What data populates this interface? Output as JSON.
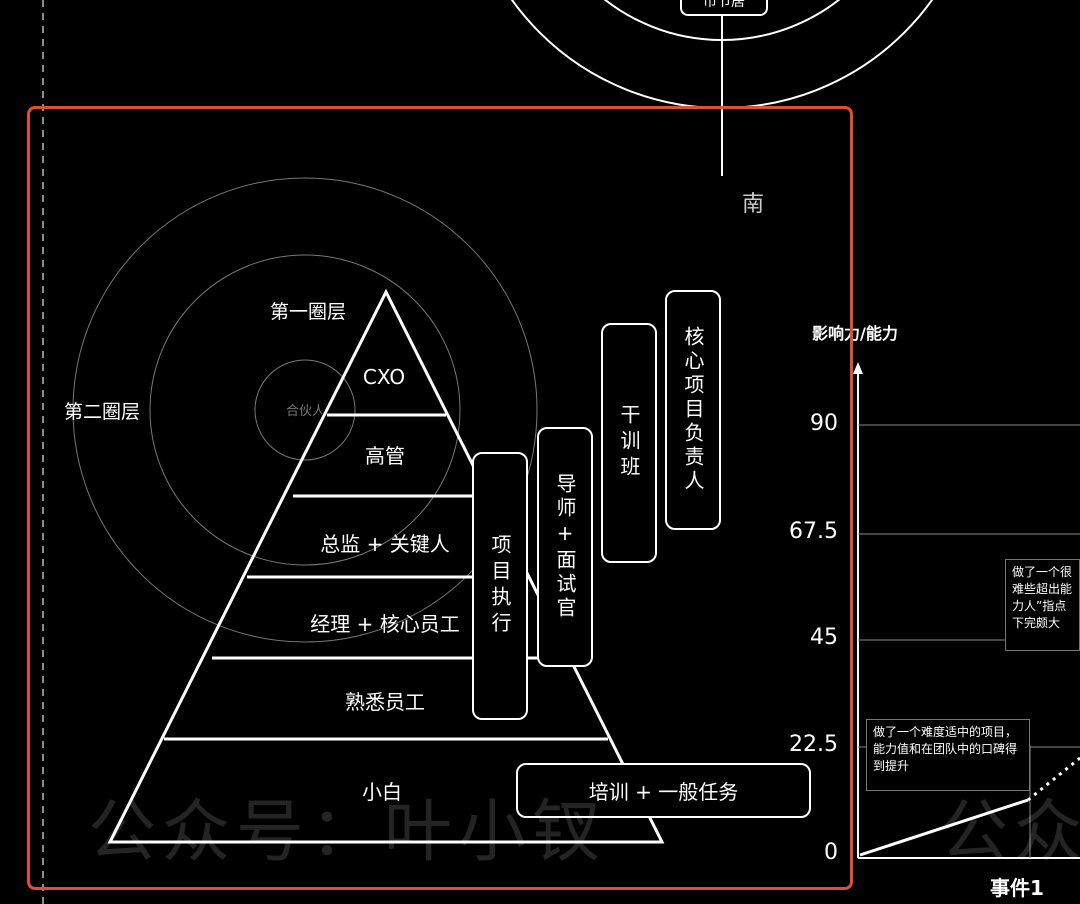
{
  "compass": {
    "top_label": "市节居",
    "direction": "南"
  },
  "pyramid": {
    "circle_labels": {
      "inner": "合伙人",
      "first": "第一圈层",
      "second": "第二圈层"
    },
    "tiers": [
      "CXO",
      "高管",
      "总监 + 关键人",
      "经理 + 核心员工",
      "熟悉员工",
      "小白"
    ]
  },
  "side_boxes": {
    "xiangmu": "项目执行",
    "daoshi": "导师+面试官",
    "ganxun": "干训班",
    "hexin": "核心项目负责人",
    "peixun": "培训 + 一般任务"
  },
  "watermark": "公众号：叶小钗",
  "growth_chart": {
    "ylabel": "影响力/能力",
    "yticks": [
      "90",
      "67.5",
      "45",
      "22.5",
      "0"
    ],
    "xlabel": "事件1",
    "note1": "做了一个难度适中的项目，能力值和在团队中的口碑得到提升",
    "note2": "做了一个很难些超出能力人”指点下完颇大",
    "watermark_partial": "公众"
  },
  "colors": {
    "highlight": "#e0502e",
    "line": "#ffffff",
    "background": "#000000"
  }
}
